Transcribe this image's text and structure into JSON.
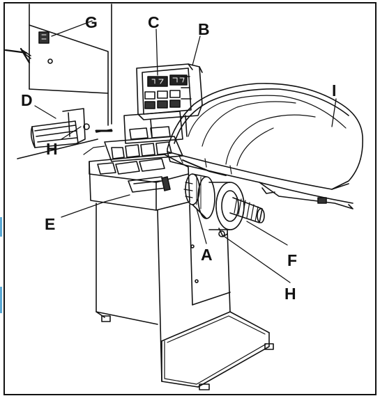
{
  "labels": {
    "a": "A",
    "b": "B",
    "c": "C",
    "d": "D",
    "e": "E",
    "f": "F",
    "g": "G",
    "h_left": "H",
    "h_right": "H",
    "i": "I"
  },
  "colors": {
    "ink": "#111111",
    "accent": "#5aa9d6",
    "background": "#ffffff"
  }
}
